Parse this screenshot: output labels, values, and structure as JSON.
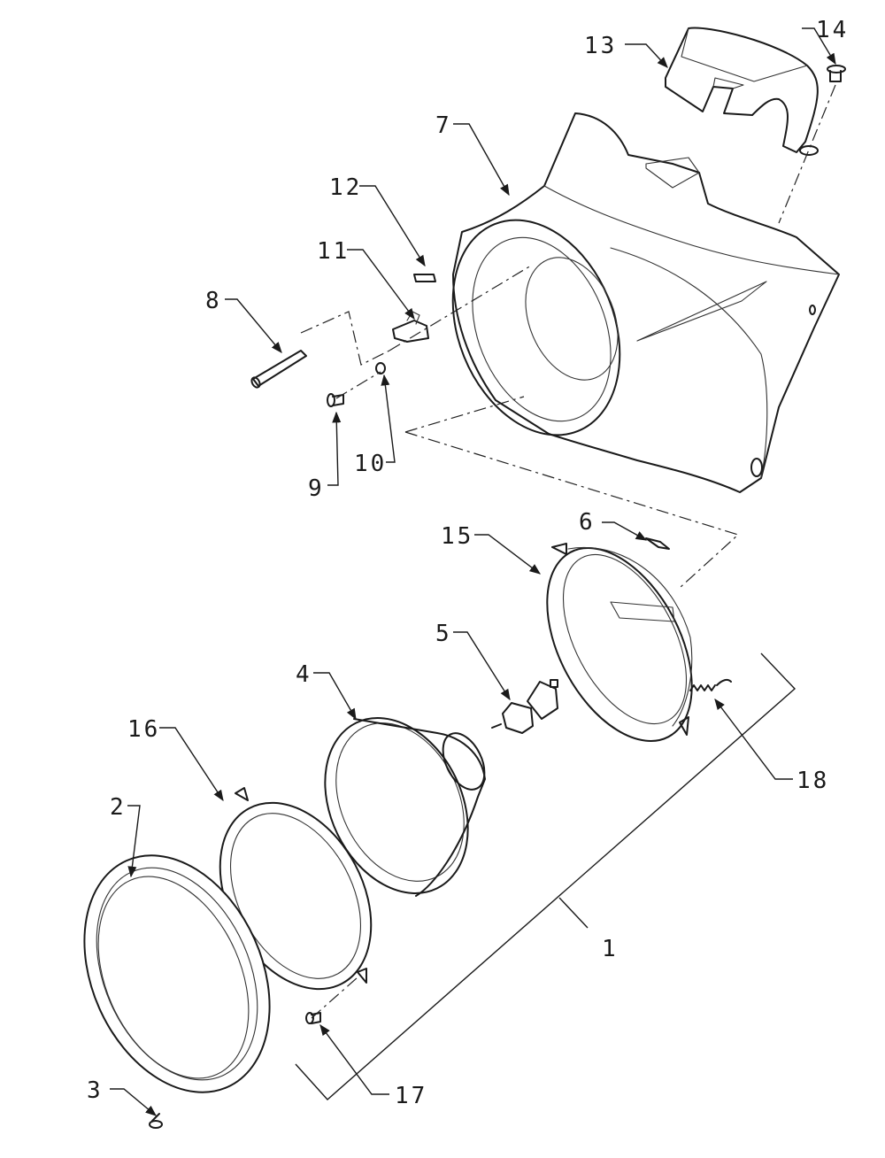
{
  "callouts": [
    {
      "id": "1",
      "text": "1"
    },
    {
      "id": "2",
      "text": "2"
    },
    {
      "id": "3",
      "text": "3"
    },
    {
      "id": "4",
      "text": "4"
    },
    {
      "id": "5",
      "text": "5"
    },
    {
      "id": "6",
      "text": "6"
    },
    {
      "id": "7",
      "text": "7"
    },
    {
      "id": "8",
      "text": "8"
    },
    {
      "id": "9",
      "text": "9"
    },
    {
      "id": "10",
      "text": "10"
    },
    {
      "id": "11",
      "text": "11"
    },
    {
      "id": "12",
      "text": "12"
    },
    {
      "id": "13",
      "text": "13"
    },
    {
      "id": "14",
      "text": "14"
    },
    {
      "id": "15",
      "text": "15"
    },
    {
      "id": "16",
      "text": "16"
    },
    {
      "id": "17",
      "text": "17"
    },
    {
      "id": "18",
      "text": "18"
    }
  ],
  "colors": {
    "line": "#1a1a1a",
    "background": "#ffffff"
  }
}
